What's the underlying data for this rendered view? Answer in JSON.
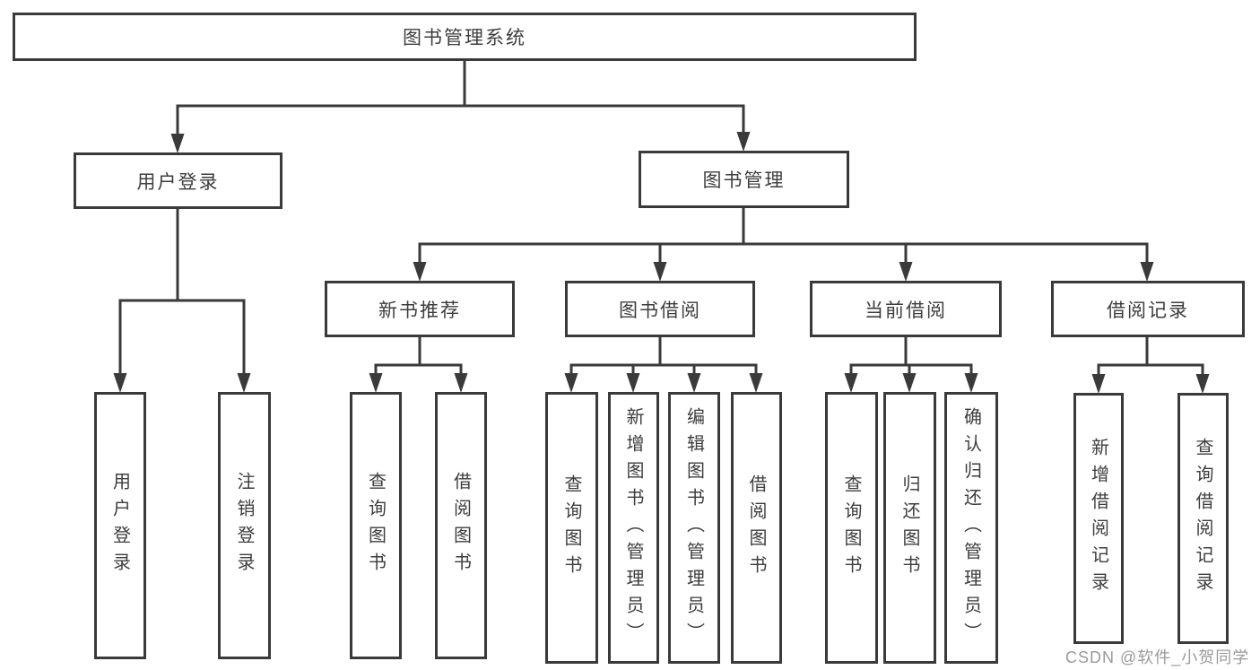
{
  "diagram_title": "图书管理系统",
  "root": {
    "label": "图书管理系统"
  },
  "level2": {
    "user_login": {
      "label": "用户登录"
    },
    "book_management": {
      "label": "图书管理"
    }
  },
  "level3": {
    "new_book_recommend": {
      "label": "新书推荐"
    },
    "book_borrow": {
      "label": "图书借阅"
    },
    "current_borrow": {
      "label": "当前借阅"
    },
    "borrow_records": {
      "label": "借阅记录"
    }
  },
  "leaves": [
    {
      "label": "用户登录",
      "parent": "用户登录"
    },
    {
      "label": "注销登录",
      "parent": "用户登录"
    },
    {
      "label": "查询图书",
      "parent": "新书推荐"
    },
    {
      "label": "借阅图书",
      "parent": "新书推荐"
    },
    {
      "label": "查询图书",
      "parent": "图书借阅"
    },
    {
      "label": "新增图书（管理员）",
      "parent": "图书借阅"
    },
    {
      "label": "编辑图书（管理员）",
      "parent": "图书借阅"
    },
    {
      "label": "借阅图书",
      "parent": "图书借阅"
    },
    {
      "label": "查询图书",
      "parent": "当前借阅"
    },
    {
      "label": "归还图书",
      "parent": "当前借阅"
    },
    {
      "label": "确认归还（管理员）",
      "parent": "当前借阅"
    },
    {
      "label": "新增借阅记录",
      "parent": "借阅记录"
    },
    {
      "label": "查询借阅记录",
      "parent": "借阅记录"
    }
  ],
  "watermark": {
    "label": "CSDN @软件_小贺同学"
  },
  "colors": {
    "line": "#3a3a3a",
    "text": "#3d3d3d",
    "watermark": "#9b9b9b",
    "background": "#ffffff"
  }
}
